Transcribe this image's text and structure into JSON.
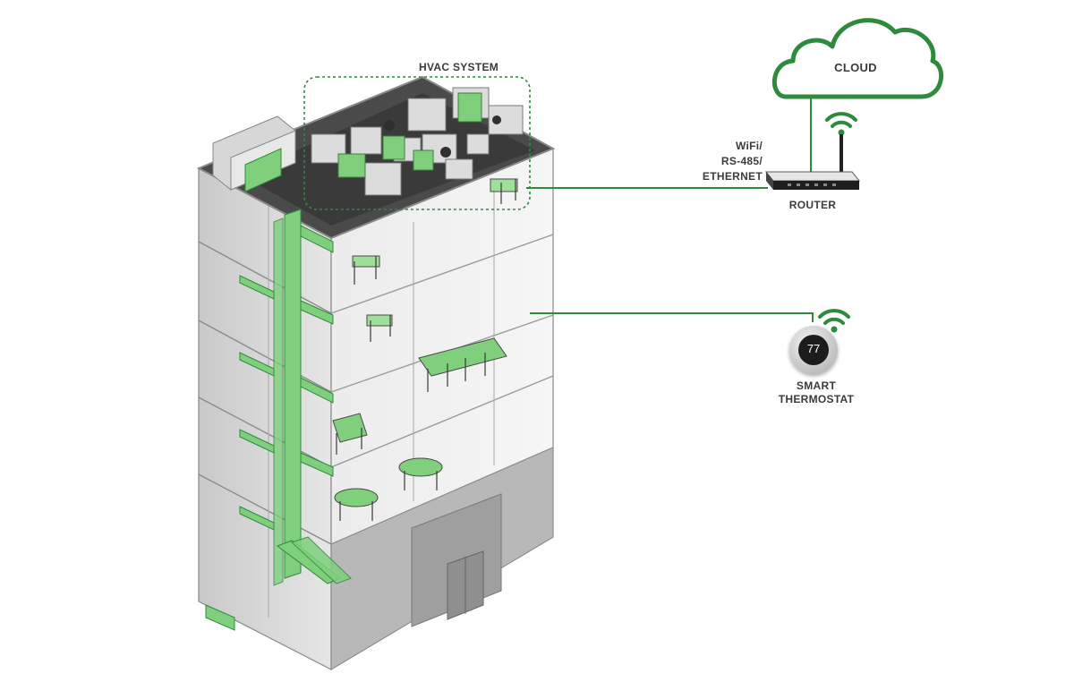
{
  "labels": {
    "hvac_system": "HVAC SYSTEM",
    "cloud": "CLOUD",
    "connection_lines": [
      "WiFi/",
      "RS-485/",
      "ETHERNET"
    ],
    "router": "ROUTER",
    "thermostat_lines": [
      "SMART",
      "THERMOSTAT"
    ],
    "thermostat_display": "77"
  },
  "colors": {
    "accent_green": "#2e8b3e",
    "light_green": "#7fcf7c",
    "roof_dark": "#3d3d3d",
    "wall_gray": "#d6d6d6",
    "text": "#3b3b3b"
  },
  "icons": [
    "cloud-icon",
    "router-icon",
    "wifi-icon",
    "thermostat-icon",
    "building-illustration"
  ]
}
